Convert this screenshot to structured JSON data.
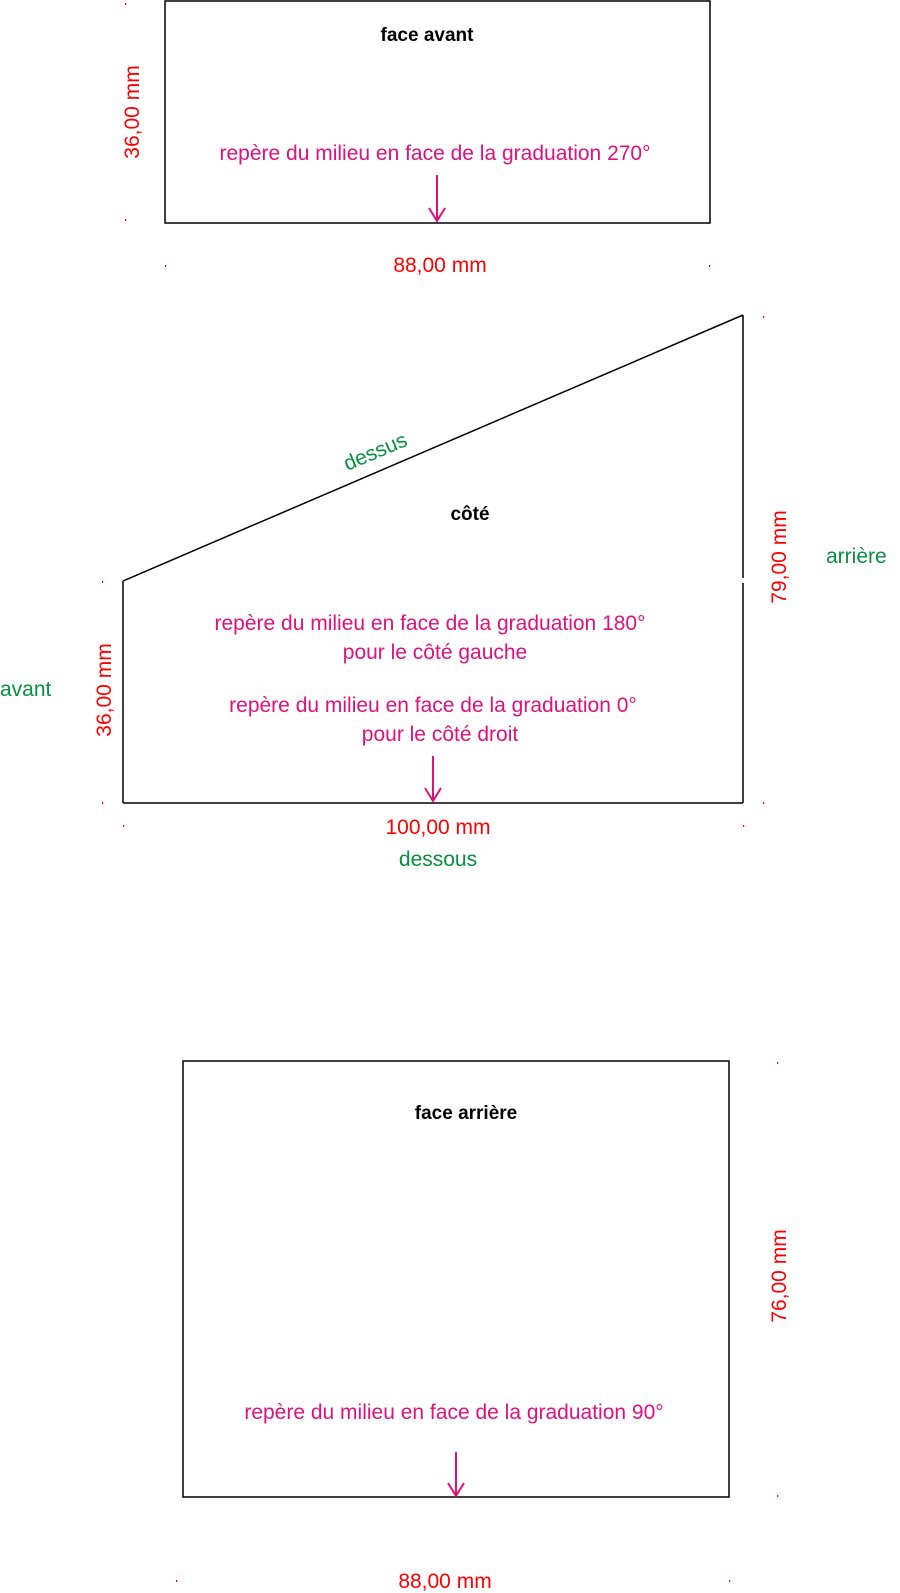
{
  "colors": {
    "outline": "#000000",
    "dimension": "#ff0000",
    "marker_note": "#e0107f",
    "orientation": "#079040"
  },
  "panels": {
    "front": {
      "title": "face avant",
      "note": "repère du milieu en face de la graduation 270°",
      "height_label": "36,00 mm",
      "width_label": "88,00 mm",
      "marker_icon": "arrow-down-icon"
    },
    "side": {
      "title": "côté",
      "note_left_line1": "repère du milieu en face de la graduation 180°",
      "note_left_line2": "pour le côté gauche",
      "note_right_line1": "repère du milieu en face de la graduation 0°",
      "note_right_line2": "pour le côté droit",
      "front_height_label": "36,00 mm",
      "back_height_label": "79,00 mm",
      "width_label": "100,00 mm",
      "top_label": "dessus",
      "bottom_label": "dessous",
      "front_label": "avant",
      "back_label": "arrière",
      "marker_icon": "arrow-down-icon"
    },
    "back": {
      "title": "face arrière",
      "note": "repère du milieu en face de la graduation 90°",
      "height_label": "76,00 mm",
      "width_label": "88,00 mm",
      "marker_icon": "arrow-down-icon"
    }
  }
}
